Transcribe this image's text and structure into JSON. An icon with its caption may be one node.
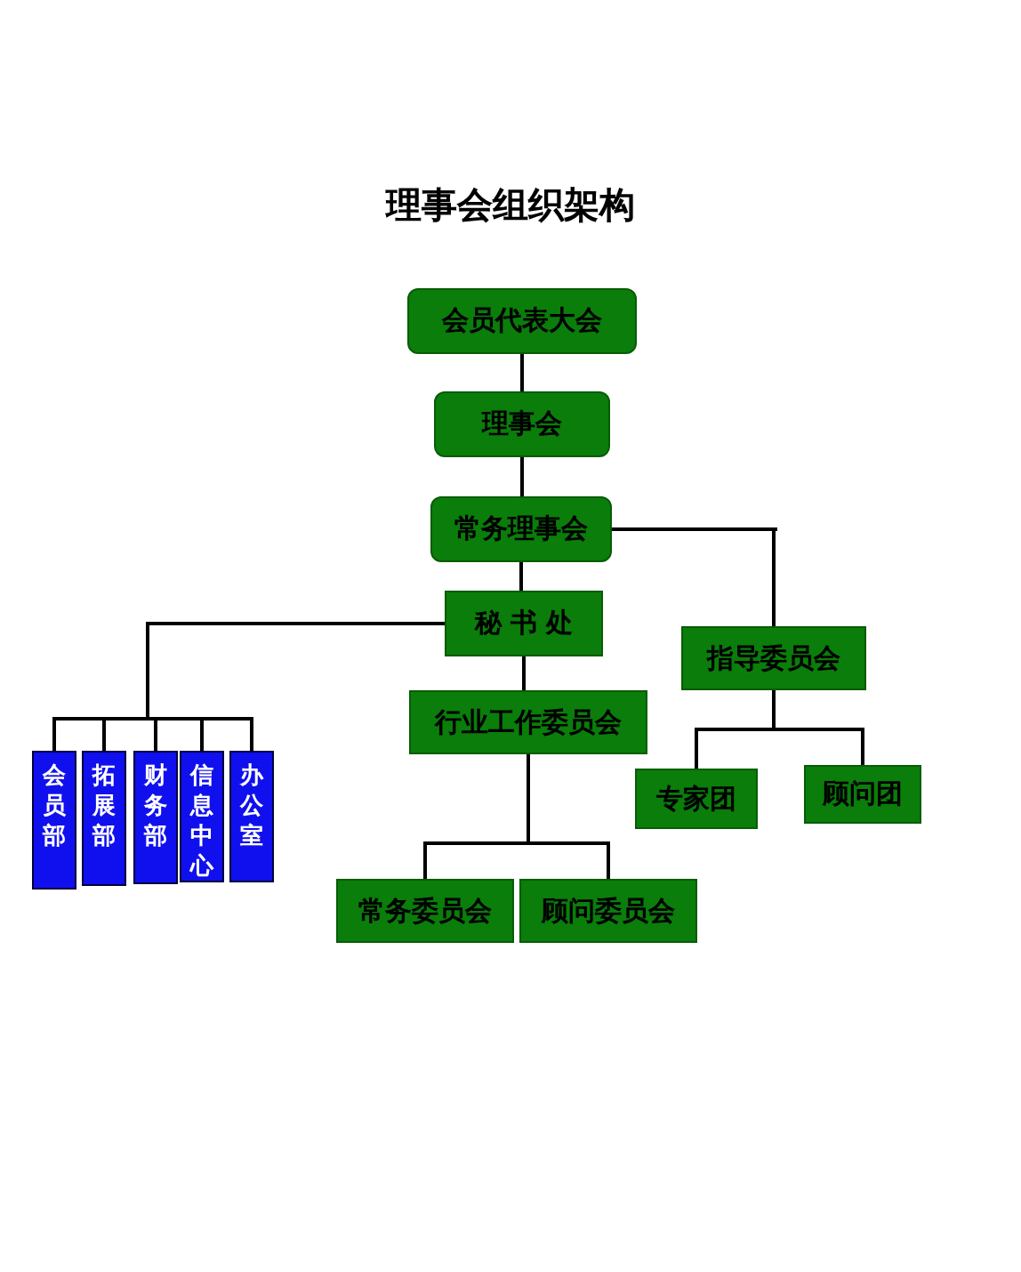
{
  "diagram": {
    "title": "理事会组织架构",
    "nodes": [
      {
        "text": [
          "会员代表大会"
        ]
      },
      {
        "text": [
          "理事会"
        ]
      },
      {
        "text": [
          "常务理事会"
        ]
      },
      {
        "text": [
          "秘 书 处"
        ]
      },
      {
        "text": [
          "指导委员会"
        ]
      },
      {
        "text": [
          "会员部"
        ]
      },
      {
        "text": [
          "拓展部"
        ]
      },
      {
        "text": [
          "财务部"
        ]
      },
      {
        "text": [
          "信息中心"
        ]
      },
      {
        "text": [
          "办公室"
        ]
      },
      {
        "text": [
          "行业工作委员会"
        ]
      },
      {
        "text": [
          "专家团"
        ]
      },
      {
        "text": [
          "顾问团"
        ]
      },
      {
        "text": [
          "常务委员会"
        ]
      },
      {
        "text": [
          "顾问委员会"
        ]
      }
    ],
    "edges": [
      {
        "from": 0,
        "to": 1,
        "arrow": "none"
      },
      {
        "from": 1,
        "to": 2,
        "arrow": "none"
      },
      {
        "from": 2,
        "to": 3,
        "arrow": "none"
      },
      {
        "from": 2,
        "to": 4,
        "arrow": "none"
      },
      {
        "from": 3,
        "to": 5,
        "arrow": "none"
      },
      {
        "from": 3,
        "to": 6,
        "arrow": "none"
      },
      {
        "from": 3,
        "to": 7,
        "arrow": "none"
      },
      {
        "from": 3,
        "to": 8,
        "arrow": "none"
      },
      {
        "from": 3,
        "to": 9,
        "arrow": "none"
      },
      {
        "from": 3,
        "to": 10,
        "arrow": "none"
      },
      {
        "from": 4,
        "to": 11,
        "arrow": "none"
      },
      {
        "from": 4,
        "to": 12,
        "arrow": "none"
      },
      {
        "from": 10,
        "to": 13,
        "arrow": "none"
      },
      {
        "from": 10,
        "to": 14,
        "arrow": "none"
      }
    ]
  }
}
